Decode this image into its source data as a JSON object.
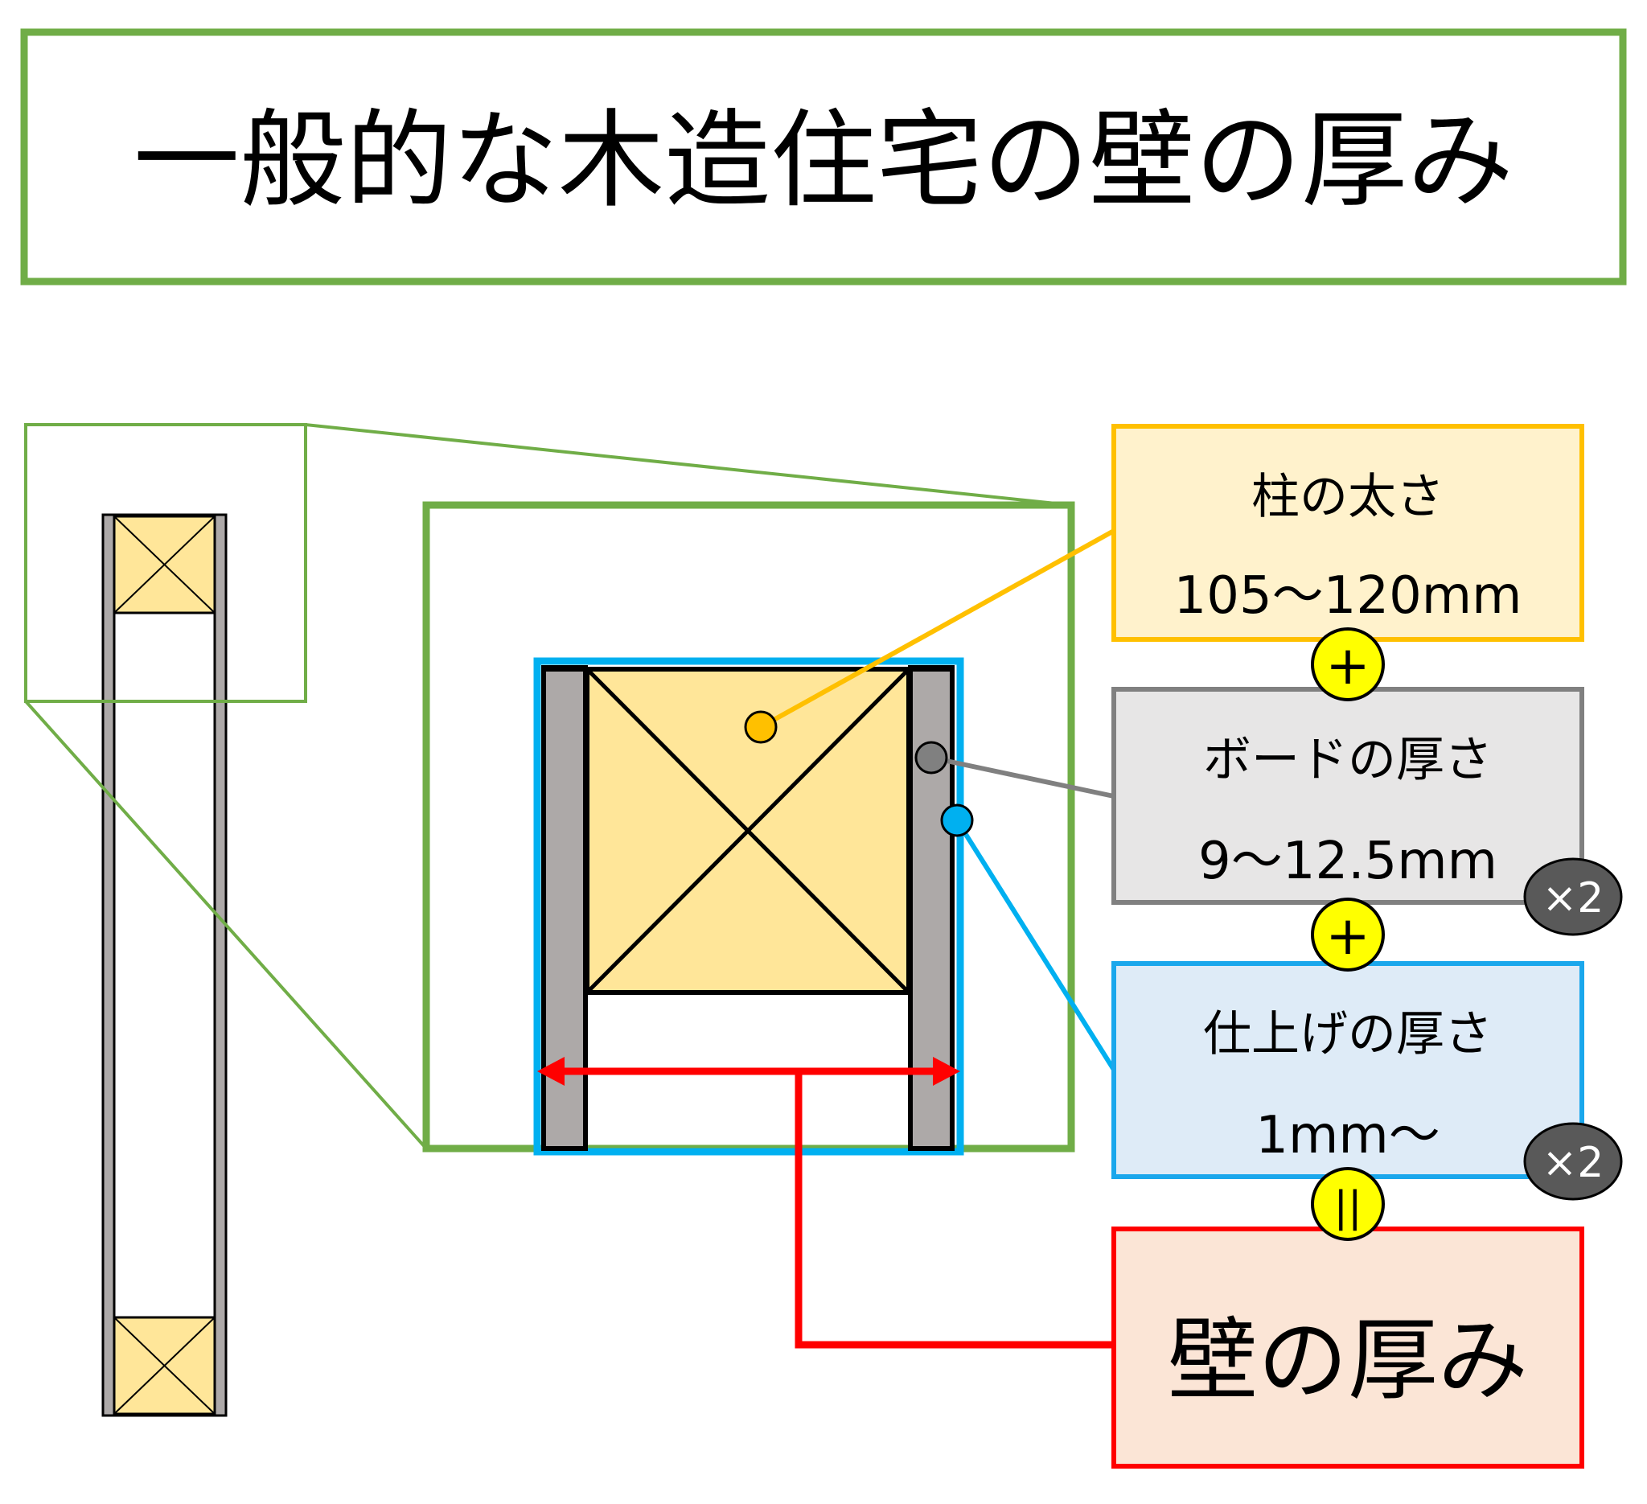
{
  "title": "一般的な木造住宅の壁の厚み",
  "boxes": {
    "pillar": {
      "label": "柱の太さ",
      "value": "105〜120mm"
    },
    "board": {
      "label": "ボードの厚さ",
      "value": "9〜12.5mm",
      "multiplier": "×2"
    },
    "finish": {
      "label": "仕上げの厚さ",
      "value": "1mm〜",
      "multiplier": "×2"
    },
    "result": {
      "label": "壁の厚み"
    }
  },
  "operators": {
    "plus1": "+",
    "plus2": "+",
    "equals": "||"
  },
  "colors": {
    "frame_green": "#70AD47",
    "pillar_fill": "#FFE699",
    "pillar_box_fill": "#FFF2CC",
    "pillar_box_border": "#FFC000",
    "board_gray": "#ADA9A8",
    "board_box_fill": "#E7E6E6",
    "board_box_border": "#808080",
    "finish_blue": "#00B0F0",
    "finish_box_fill": "#DEEBF7",
    "finish_box_border": "#1AA7EC",
    "result_red": "#FF0000",
    "result_box_fill": "#FBE5D6",
    "operator_yellow": "#FFFF00",
    "multiplier_gray": "#595959"
  }
}
